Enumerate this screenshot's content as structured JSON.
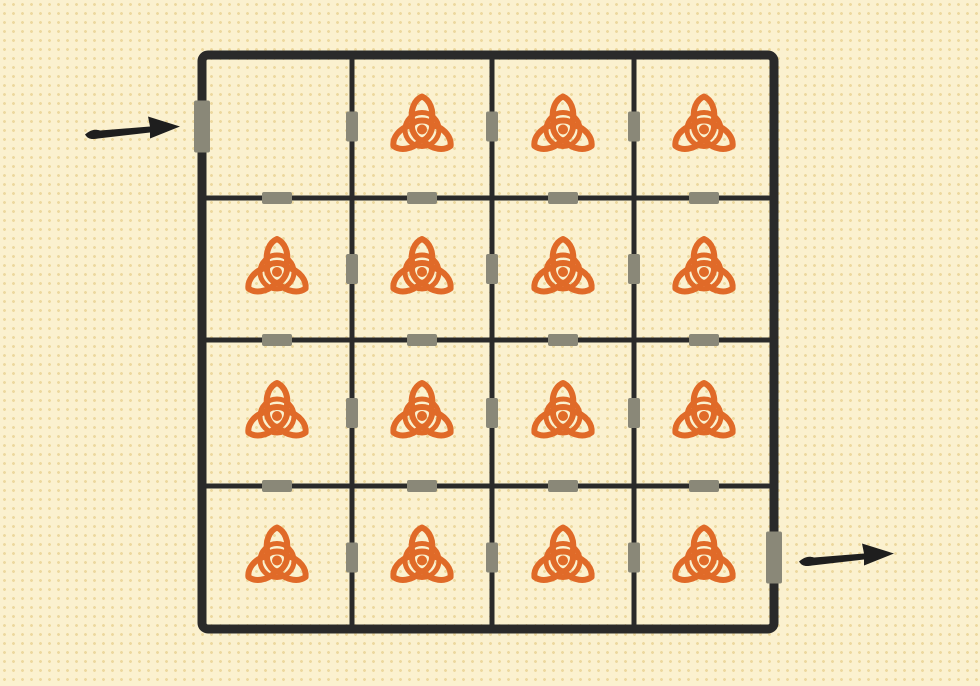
{
  "puzzle": {
    "rows": 4,
    "cols": 4,
    "entrance": {
      "side": "left",
      "row": 0
    },
    "exit": {
      "side": "right",
      "row": 3
    },
    "cells": [
      [
        "empty",
        "biohazard",
        "biohazard",
        "biohazard"
      ],
      [
        "biohazard",
        "biohazard",
        "biohazard",
        "biohazard"
      ],
      [
        "biohazard",
        "biohazard",
        "biohazard",
        "biohazard"
      ],
      [
        "biohazard",
        "biohazard",
        "biohazard",
        "biohazard"
      ]
    ]
  },
  "icons": {
    "cell_symbol": "biohazard-icon",
    "entrance_marker": "arrow-right-icon",
    "exit_marker": "arrow-right-icon",
    "door": "door-icon"
  },
  "colors": {
    "background": "#fbf1cf",
    "dots": "#e2c478",
    "walls": "#2a2a2a",
    "doors": "#8a8878",
    "biohazard": "#e06a28",
    "arrows": "#1e1e1e"
  }
}
